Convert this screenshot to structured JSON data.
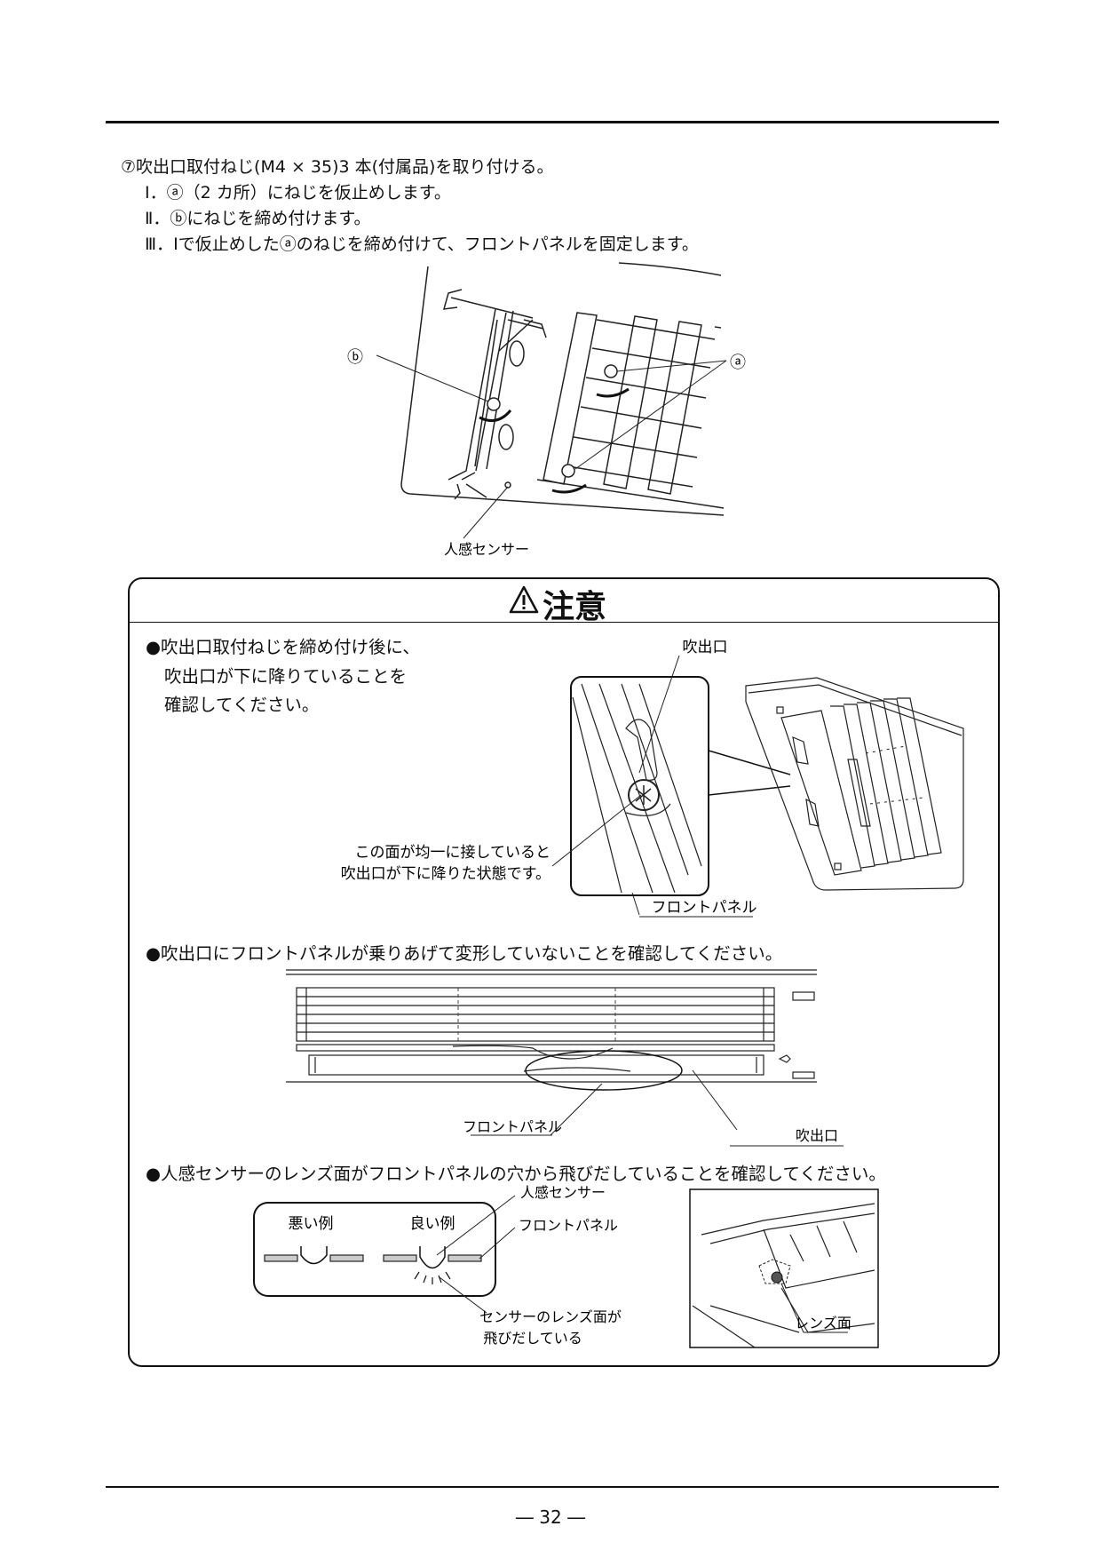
{
  "instructions": {
    "step7": "⑦吹出口取付ねじ(M4 × 35)3 本(付属品)を取り付ける。",
    "sub1": "Ⅰ．ⓐ（2 カ所）にねじを仮止めします。",
    "sub2": "Ⅱ．ⓑにねじを締め付けます。",
    "sub3": "Ⅲ．Ⅰで仮止めしたⓐのねじを締め付けて、フロントパネルを固定します。"
  },
  "figure1": {
    "label_b": "ⓑ",
    "label_a": "ⓐ",
    "label_sensor": "人感センサー"
  },
  "caution": {
    "title": "注意",
    "bullet1": [
      "●吹出口取付ねじを締め付け後に、",
      "吹出口が下に降りていることを",
      "確認してください。"
    ],
    "fig2": {
      "label_outlet": "吹出口",
      "note": [
        "この面が均一に接していると",
        "吹出口が下に降りた状態です。"
      ],
      "label_panel": "フロントパネル"
    },
    "bullet2": "●吹出口にフロントパネルが乗りあげて変形していないことを確認してください。",
    "fig3": {
      "label_panel": "フロントパネル",
      "label_outlet": "吹出口"
    },
    "bullet3": "●人感センサーのレンズ面がフロントパネルの穴から飛びだしていることを確認してください。",
    "fig4": {
      "bad": "悪い例",
      "good": "良い例",
      "label_sensor": "人感センサー",
      "label_panel": "フロントパネル",
      "note": [
        "センサーのレンズ面が",
        "飛びだしている"
      ],
      "label_lens": "レンズ面"
    }
  },
  "page_number": "― 32 ―"
}
